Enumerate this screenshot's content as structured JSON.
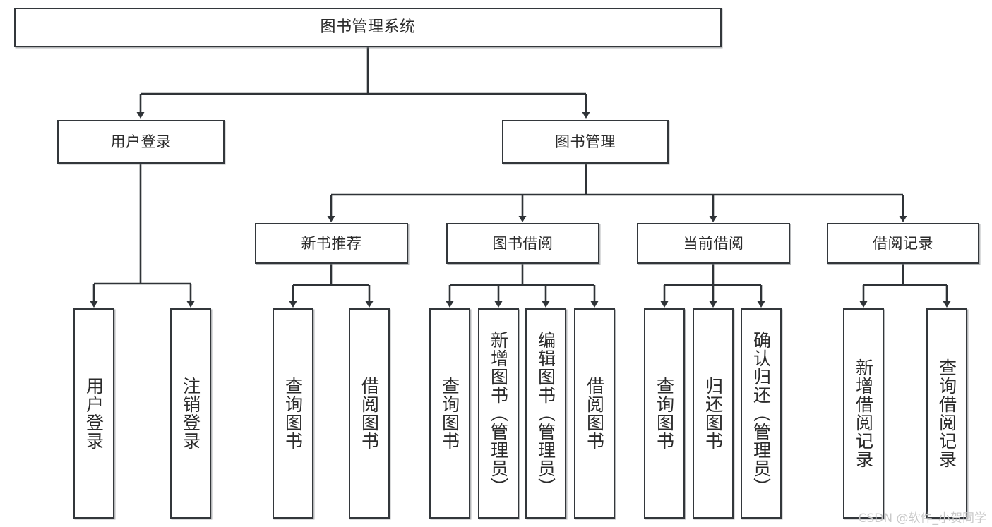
{
  "diagram": {
    "title": "图书管理系统",
    "type": "tree",
    "watermark": "CSDN @软件_小贺同学",
    "colors": {
      "box_border": "#33373b",
      "box_fill": "#ffffff",
      "edge": "#2f3337",
      "text": "#2b2b2b",
      "watermark": "#c9c9c9",
      "background": "#ffffff"
    },
    "nodes": {
      "root": {
        "label": "图书管理系统"
      },
      "tier2": [
        {
          "label": "用户登录"
        },
        {
          "label": "图书管理"
        }
      ],
      "tier3": [
        {
          "label": "新书推荐"
        },
        {
          "label": "图书借阅"
        },
        {
          "label": "当前借阅"
        },
        {
          "label": "借阅记录"
        }
      ],
      "leaves": {
        "user_login": [
          {
            "label": "用户登录"
          },
          {
            "label": "注销登录"
          }
        ],
        "new_book_recommend": [
          {
            "label": "查询图书"
          },
          {
            "label": "借阅图书"
          }
        ],
        "book_borrow": [
          {
            "label": "查询图书"
          },
          {
            "label": "新增图书（管理员）"
          },
          {
            "label": "编辑图书（管理员）"
          },
          {
            "label": "借阅图书"
          }
        ],
        "current_borrow": [
          {
            "label": "查询图书"
          },
          {
            "label": "归还图书"
          },
          {
            "label": "确认归还（管理员）"
          }
        ],
        "borrow_record": [
          {
            "label": "新增借阅记录"
          },
          {
            "label": "查询借阅记录"
          }
        ]
      }
    }
  }
}
